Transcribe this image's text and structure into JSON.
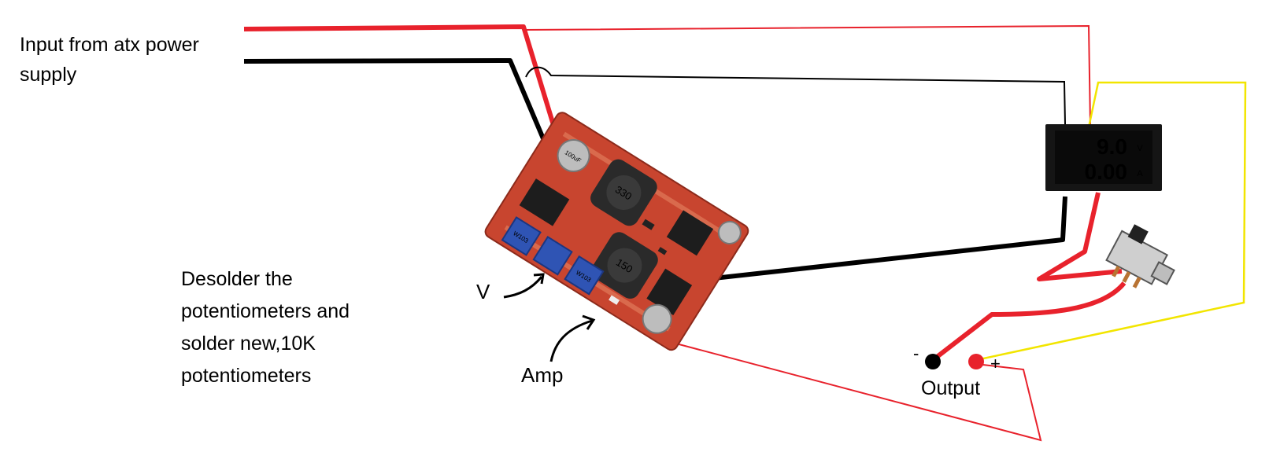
{
  "labels": {
    "input_line1": "Input from atx power",
    "input_line2": "supply",
    "instruction_line1": "Desolder the",
    "instruction_line2": "potentiometers and",
    "instruction_line3": "solder new,10K",
    "instruction_line4": "potentiometers",
    "v_label": "V",
    "amp_label": "Amp",
    "output_label": "Output",
    "minus_sign": "-",
    "plus_sign": "+"
  },
  "meter": {
    "voltage_reading": "9.0",
    "voltage_unit": "V",
    "current_reading": "0.00",
    "current_unit": "A"
  },
  "board": {
    "inductor_top_marking": "330",
    "inductor_bottom_marking": "150",
    "cap_marking": "100uF",
    "pot_marking": "W103"
  },
  "colors": {
    "wire_red": "#e8222c",
    "wire_black": "#000000",
    "wire_yellow": "#f2e500",
    "pcb": "#c8452f",
    "meter_red": "#ff2222",
    "meter_blue": "#1a6cff",
    "pot_blue": "#2f54b4"
  }
}
